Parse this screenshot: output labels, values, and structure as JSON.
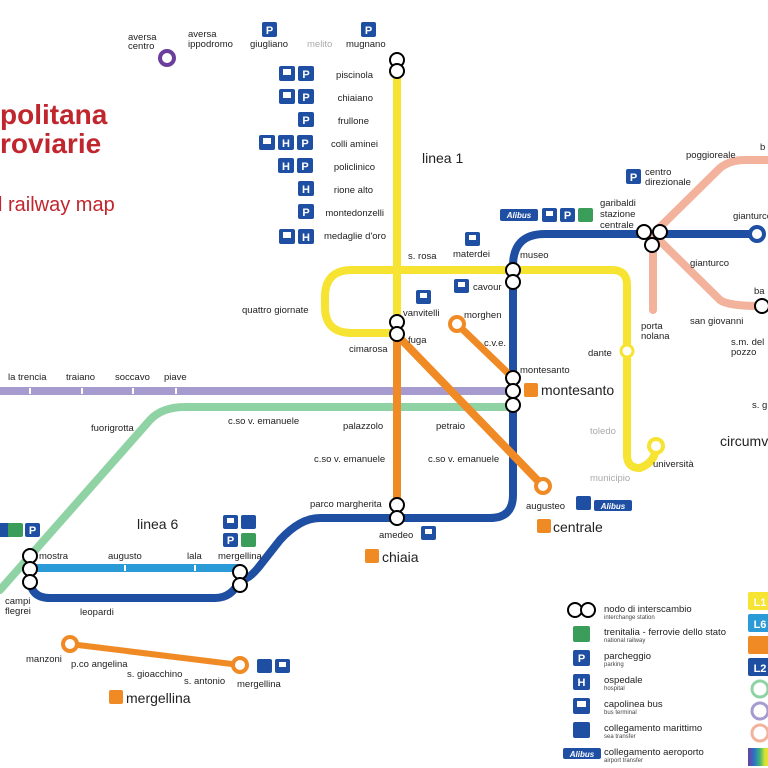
{
  "header": {
    "title_line1": "politana",
    "title_line2": "roviarie",
    "subtitle": "l railway map"
  },
  "lines": {
    "linea1": "linea 1",
    "linea6": "linea 6"
  },
  "colors": {
    "linea1": "#f6e332",
    "linea2": "#1f4fa3",
    "linea6": "#2a9bd7",
    "cumana": "#8fd3a5",
    "circumflegrea": "#f08a24",
    "funicular": "#f08a24",
    "circumvesuviana": "#f2b29b",
    "metrocampania": "#a59bcf",
    "title_red": "#c0262d",
    "icon_blue": "#1f4fa3"
  },
  "stations": {
    "aversa_centro": "aversa centro",
    "aversa_ippodromo": "aversa ippodromo",
    "giugliano": "giugliano",
    "melito": "melito",
    "mugnano": "mugnano",
    "piscinola": "piscinola",
    "chiaiano": "chiaiano",
    "frullone": "frullone",
    "colli_aminei": "colli aminei",
    "policlinico": "policlinico",
    "rione_alto": "rione alto",
    "montedonzelli": "montedonzelli",
    "medaglie_doro": "medaglie d'oro",
    "s_rosa": "s. rosa",
    "materdei": "materdei",
    "museo": "museo",
    "cavour": "cavour",
    "quattro_giornate": "quattro giornate",
    "vanvitelli": "vanvitelli",
    "morghen": "morghen",
    "cimarosa": "cimarosa",
    "fuga": "fuga",
    "cve": "c.v.e.",
    "montesanto_small": "montesanto",
    "montesanto_big": "montesanto",
    "dante": "dante",
    "porta_nolana": "porta nolana",
    "centro_direzionale": "centro direzionale",
    "poggioreale": "poggioreale",
    "garibaldi": "garibaldi stazione centrale",
    "gianturco_top": "gianturco",
    "gianturco": "gianturco",
    "san_giovanni": "san giovanni",
    "sm_del_pozzo": "s.m. del pozzo",
    "la_trencia": "la trencia",
    "traiano": "traiano",
    "soccavo": "soccavo",
    "piave": "piave",
    "fuorigrotta": "fuorigrotta",
    "cso_ve_1": "c.so v. emanuele",
    "palazzolo": "palazzolo",
    "petraio": "petraio",
    "cso_ve_2": "c.so v. emanuele",
    "cso_ve_3": "c.so v. emanuele",
    "toledo": "toledo",
    "universita": "università",
    "municipio": "municipio",
    "circumv": "circumv",
    "parco_margherita": "parco margherita",
    "augusteo": "augusteo",
    "centrale": "centrale",
    "amedeo": "amedeo",
    "chiaia": "chiaia",
    "mostra": "mostra",
    "augusto": "augusto",
    "lala": "lala",
    "mergellina_l6": "mergellina",
    "campi_flegrei": "campi flegrei",
    "leopardi": "leopardi",
    "manzoni": "manzoni",
    "pco_angelina": "p.co angelina",
    "s_gioacchino": "s. gioacchino",
    "s_antonio": "s. antonio",
    "mergellina_f": "mergellina",
    "mergellina_big": "mergellina",
    "sg": "s. g"
  },
  "legend": [
    {
      "icon": "interchange-icon",
      "label": "nodo di interscambio",
      "sub": "interchange station"
    },
    {
      "icon": "trenitalia-icon",
      "label": "trenitalia - ferrovie dello stato",
      "sub": "national railway"
    },
    {
      "icon": "parking-icon",
      "label": "parcheggio",
      "sub": "parking"
    },
    {
      "icon": "hospital-icon",
      "label": "ospedale",
      "sub": "hospital"
    },
    {
      "icon": "bus-icon",
      "label": "capolinea bus",
      "sub": "bus terminal"
    },
    {
      "icon": "ship-icon",
      "label": "collegamento marittimo",
      "sub": "sea transfer"
    },
    {
      "icon": "alibus-icon",
      "label": "collegamento aeroporto",
      "sub": "airport transfer"
    }
  ],
  "legend_badges": [
    "L1",
    "L6",
    "",
    "L2"
  ],
  "icons": {
    "parking": "P",
    "hospital": "H",
    "alibus": "Alibus"
  }
}
